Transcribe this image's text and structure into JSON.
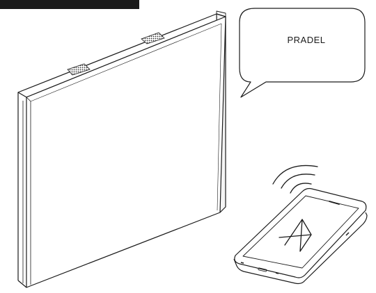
{
  "product": {
    "name": "mirror-cabinet-with-speakers",
    "speaker_grilles": 2
  },
  "callout": {
    "text": "PRADEL"
  },
  "device": {
    "type": "smartphone",
    "screen_icon": "bluetooth-icon",
    "signal_icon": "wireless-signal-icon",
    "signal_arcs": 3
  },
  "colors": {
    "line": "#1a1a1a",
    "grille": "#4a4a4a",
    "header_bar": "#1a1a1a",
    "background": "#ffffff"
  }
}
